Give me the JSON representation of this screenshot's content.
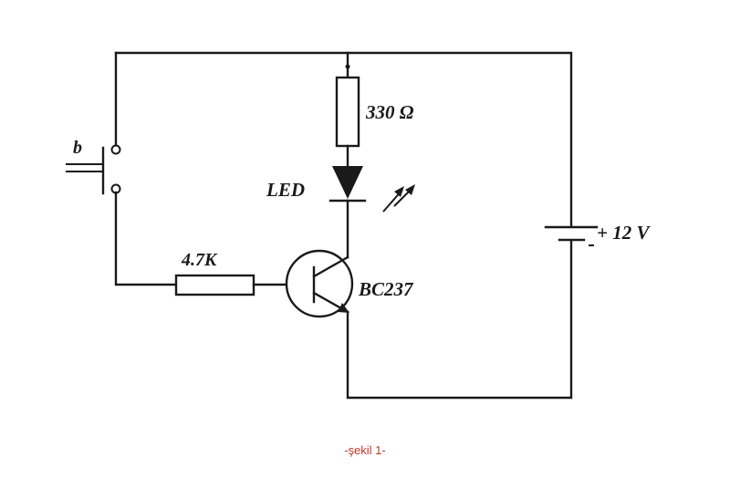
{
  "diagram": {
    "labels": {
      "switch": "b",
      "resistor_top": "330 Ω",
      "led": "LED",
      "battery": "+ 12 V",
      "resistor_base": "4.7K",
      "transistor": "BC237"
    },
    "caption": "-şekil 1-",
    "colors": {
      "ink": "#1a1a1a",
      "caption": "#c0392b",
      "background": "#ffffff"
    }
  }
}
